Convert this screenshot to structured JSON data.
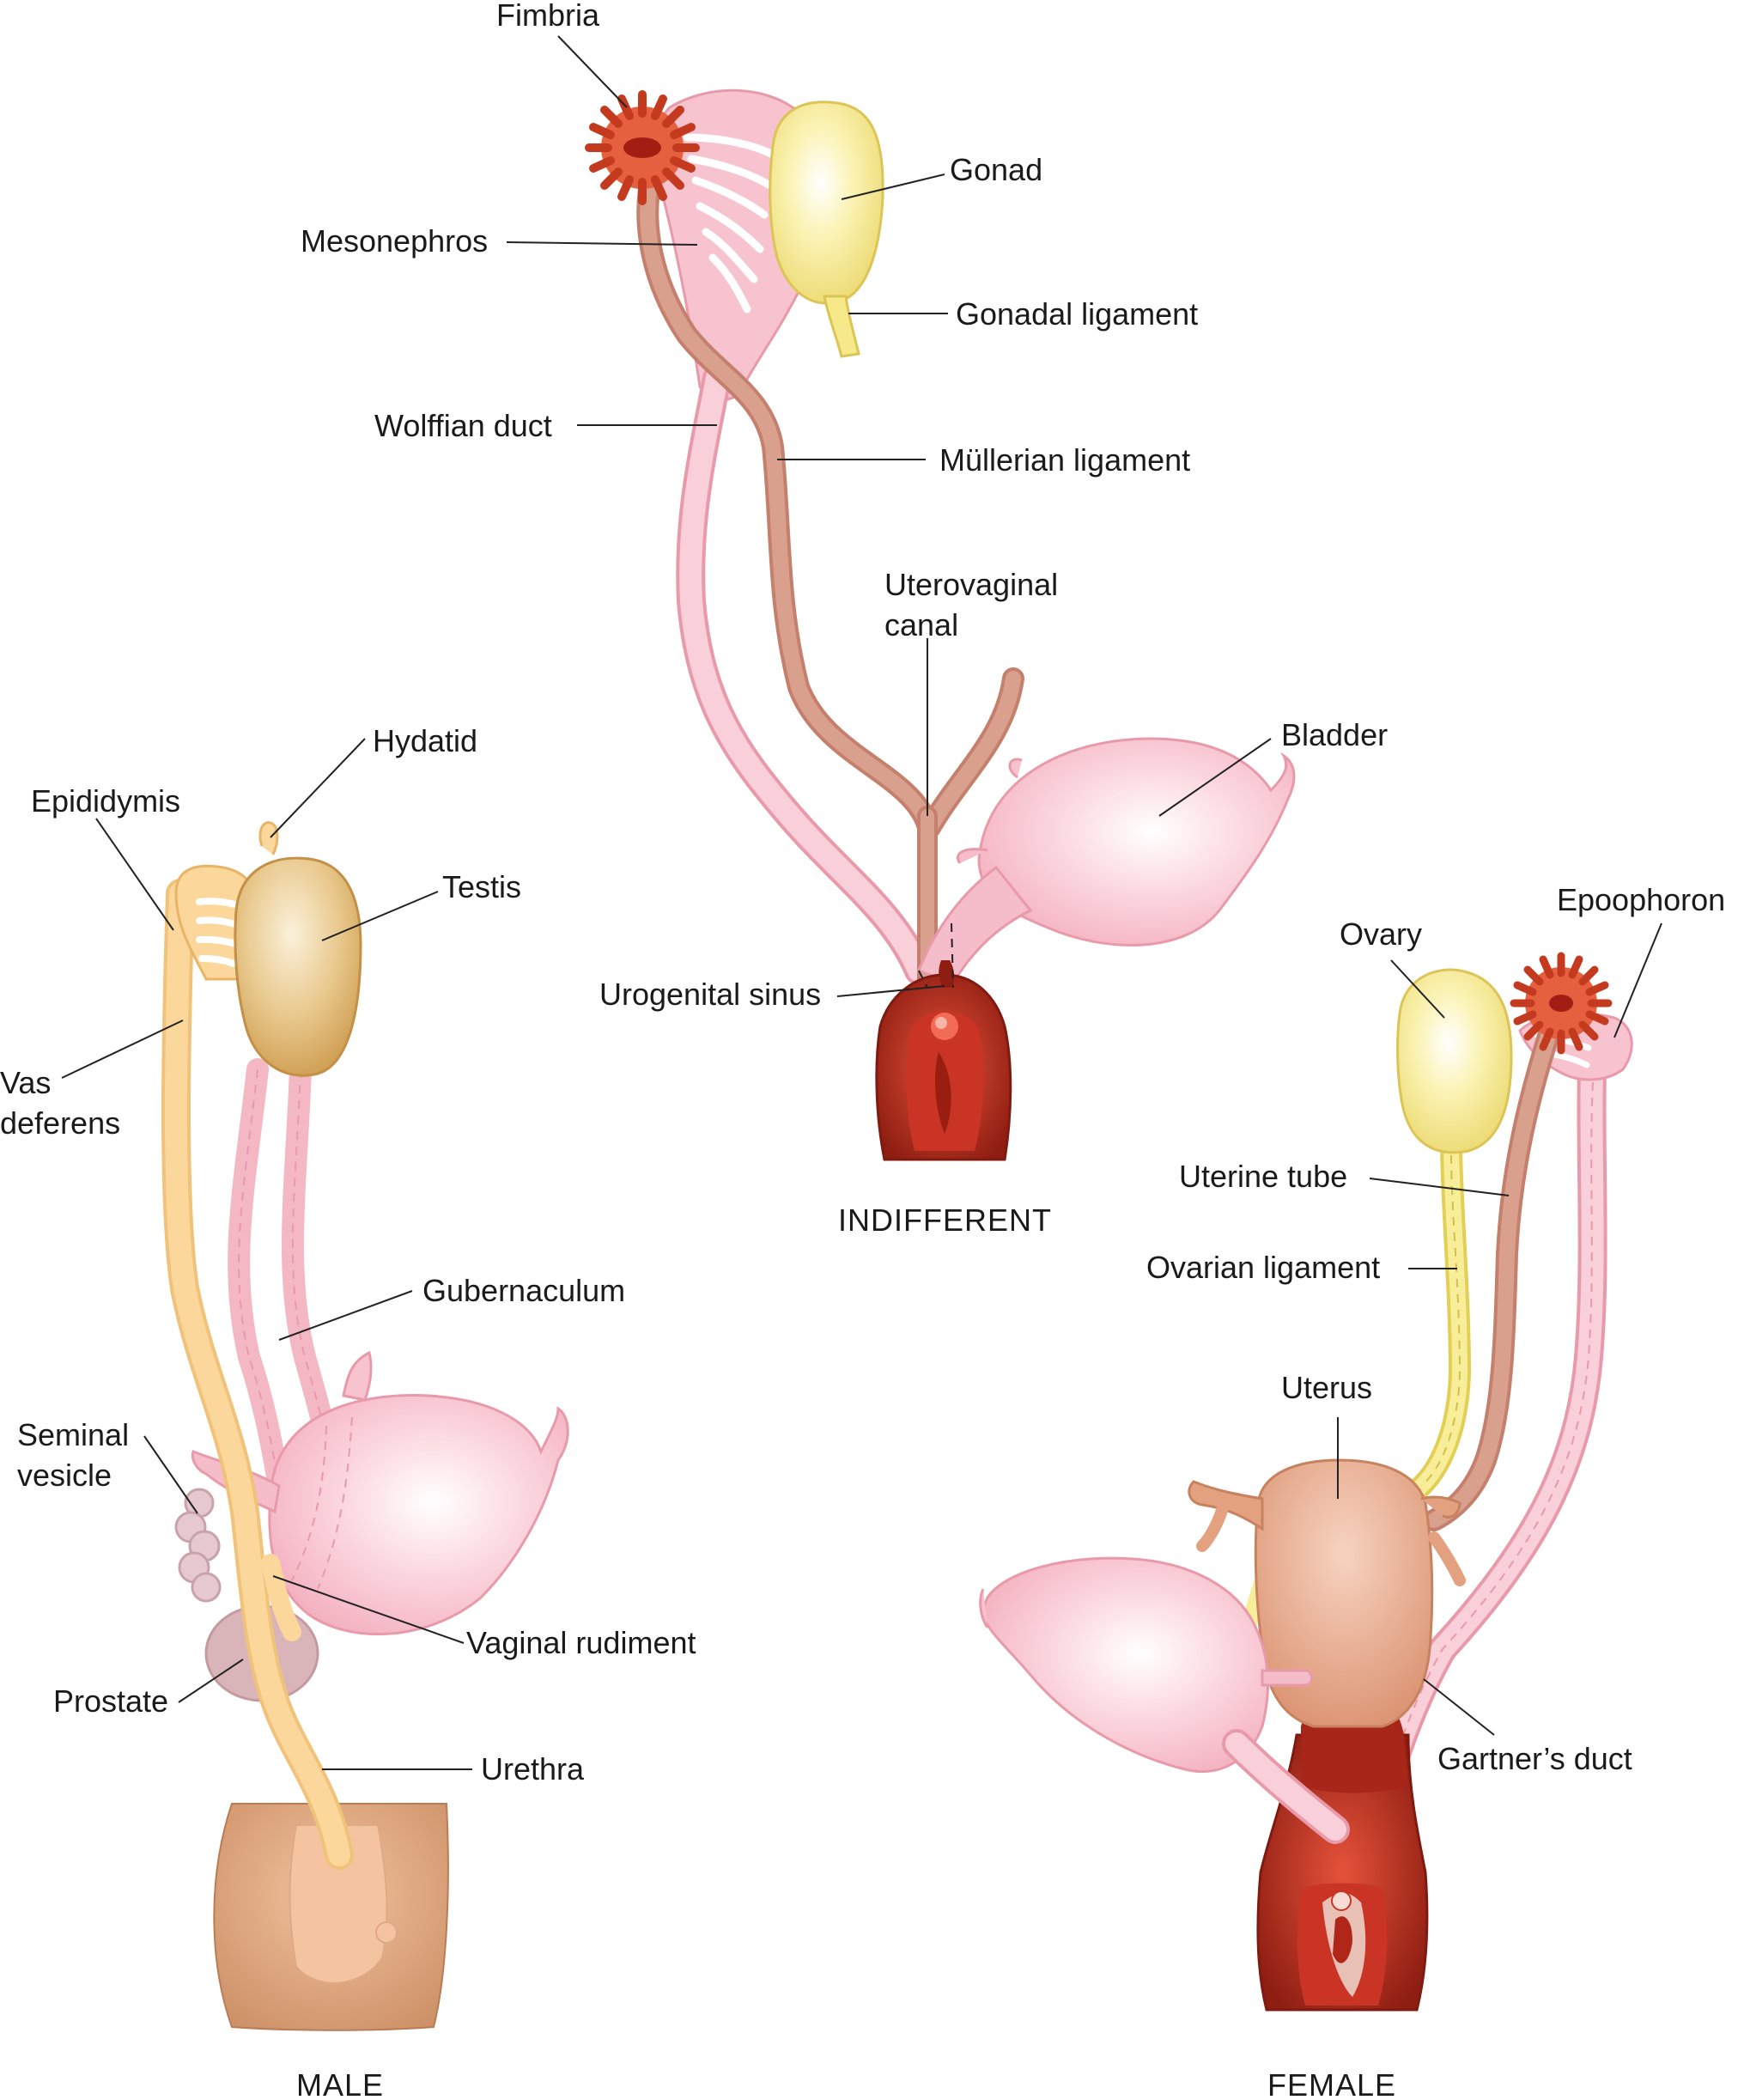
{
  "titles": {
    "indifferent": "INDIFFERENT",
    "male": "MALE",
    "female": "FEMALE"
  },
  "labels": {
    "fimbria": "Fimbria",
    "gonad": "Gonad",
    "mesonephros": "Mesonephros",
    "gonadal_ligament": "Gonadal ligament",
    "wolffian_duct": "Wolffian duct",
    "mullerian_ligament": "Müllerian ligament",
    "uterovaginal_canal_1": "Uterovaginal",
    "uterovaginal_canal_2": "canal",
    "bladder": "Bladder",
    "urogenital_sinus": "Urogenital sinus",
    "hydatid": "Hydatid",
    "epididymis": "Epididymis",
    "testis": "Testis",
    "vas_deferens_1": "Vas",
    "vas_deferens_2": "deferens",
    "gubernaculum": "Gubernaculum",
    "seminal_vesicle_1": "Seminal",
    "seminal_vesicle_2": "vesicle",
    "vaginal_rudiment": "Vaginal rudiment",
    "prostate": "Prostate",
    "urethra": "Urethra",
    "epoophoron": "Epoophoron",
    "ovary": "Ovary",
    "uterine_tube": "Uterine tube",
    "ovarian_ligament": "Ovarian ligament",
    "uterus": "Uterus",
    "gartners_duct": "Gartner’s duct"
  },
  "colors": {
    "pink": "#f7c3cf",
    "pink_light": "#fbdbe2",
    "pink_edge": "#e89aaa",
    "brown_duct": "#d49684",
    "yellow": "#f8ee9a",
    "yellow_edge": "#e2cf55",
    "fimbria": "#d94a2a",
    "orange_duct": "#fbd79c",
    "testis": "#e2b874",
    "uterus": "#e7a788",
    "red_dark": "#a8251a",
    "red_mid": "#cc3a2a",
    "skin": "#d89f78"
  }
}
